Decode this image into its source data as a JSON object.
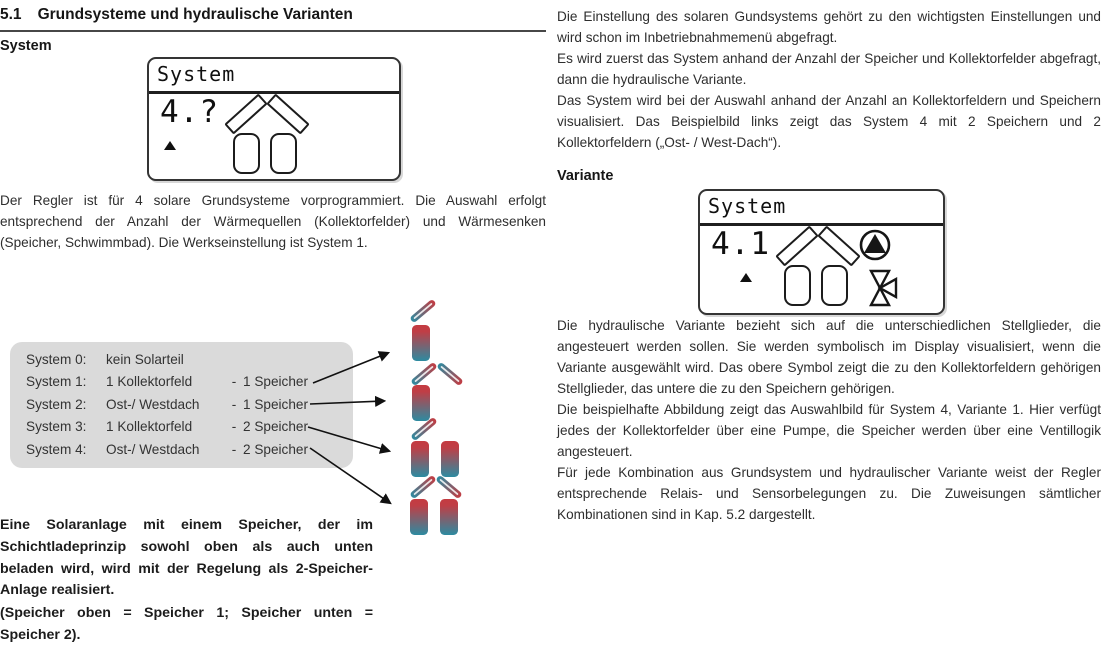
{
  "page": {
    "heading_number": "5.1",
    "heading_title": "Grundsysteme und hydraulische Varianten"
  },
  "left": {
    "system_label": "System",
    "display": {
      "title": "System",
      "value": "4.?"
    },
    "para1": "Der Regler ist für 4 solare Grundsysteme vorprogrammiert. Die Auswahl erfolgt entsprechend der Anzahl der Wärmequellen (Kollektorfelder) und Wärmesenken (Speicher, Schwimmbad). Die Werkseinstellung ist System 1.",
    "system_table": {
      "rows": [
        {
          "label": "System 0:",
          "source": "kein Solarteil",
          "dash": "",
          "sink": ""
        },
        {
          "label": "System 1:",
          "source": "1 Kollektorfeld",
          "dash": "-",
          "sink": "1 Speicher"
        },
        {
          "label": "System 2:",
          "source": "Ost-/ Westdach",
          "dash": "-",
          "sink": "1 Speicher"
        },
        {
          "label": "System 3:",
          "source": "1 Kollektorfeld",
          "dash": "-",
          "sink": "2 Speicher"
        },
        {
          "label": "System 4:",
          "source": "Ost-/ Westdach",
          "dash": "-",
          "sink": "2 Speicher"
        }
      ]
    },
    "note1": "Eine Solaranlage mit einem Speicher, der im Schichtladeprinzip sowohl oben als auch unten beladen wird, wird mit der Regelung als 2-Speicher-Anlage realisiert.",
    "note2": "(Speicher oben = Speicher 1; Speicher unten = Speicher 2)."
  },
  "right": {
    "para1": "Die Einstellung des solaren Gundsystems gehört zu den wichtigsten Einstellungen und wird schon im Inbetriebnahmemenü abgefragt.",
    "para2": "Es wird zuerst das System anhand der Anzahl der Speicher und Kollektorfelder abgefragt, dann die hydraulische Variante.",
    "para3": "Das System wird bei der Auswahl anhand der Anzahl an Kollektorfeldern und Speichern visualisiert. Das Beispielbild links zeigt das System 4 mit 2 Speichern und 2 Kollektorfeldern („Ost- / West-Dach“).",
    "variante_label": "Variante",
    "display": {
      "title": "System",
      "value": "4.1"
    },
    "para4": "Die hydraulische Variante bezieht sich auf die unterschiedlichen Stellglieder, die angesteuert werden sollen. Sie werden symbolisch im Display visualisiert, wenn die Variante ausgewählt wird. Das obere Symbol zeigt die zu den Kollektorfeldern gehörigen Stellglieder, das untere die zu den Speichern gehörigen.",
    "para5": "Die beispielhafte Abbildung zeigt das Auswahlbild für System 4, Variante 1. Hier verfügt jedes der Kollektorfelder über eine Pumpe, die Speicher werden über eine Ventillogik angesteuert.",
    "para6": "Für jede Kombination aus Grundsystem und hydraulischer Variante weist der Regler entsprechende Relais- und Sensorbelegungen zu. Die Zuweisungen sämtlicher Kombinationen sind in Kap. 5.2 dargestellt."
  },
  "figure": {
    "variants": [
      {
        "system": "System 1",
        "collectors": 1,
        "tanks": 1
      },
      {
        "system": "System 2",
        "collectors": 2,
        "tanks": 1
      },
      {
        "system": "System 3",
        "collectors": 1,
        "tanks": 2
      },
      {
        "system": "System 4",
        "collectors": 2,
        "tanks": 2
      }
    ]
  },
  "colors": {
    "collector_red": "#c43b41",
    "collector_teal": "#2d8ba1",
    "table_bg": "#dadada"
  }
}
